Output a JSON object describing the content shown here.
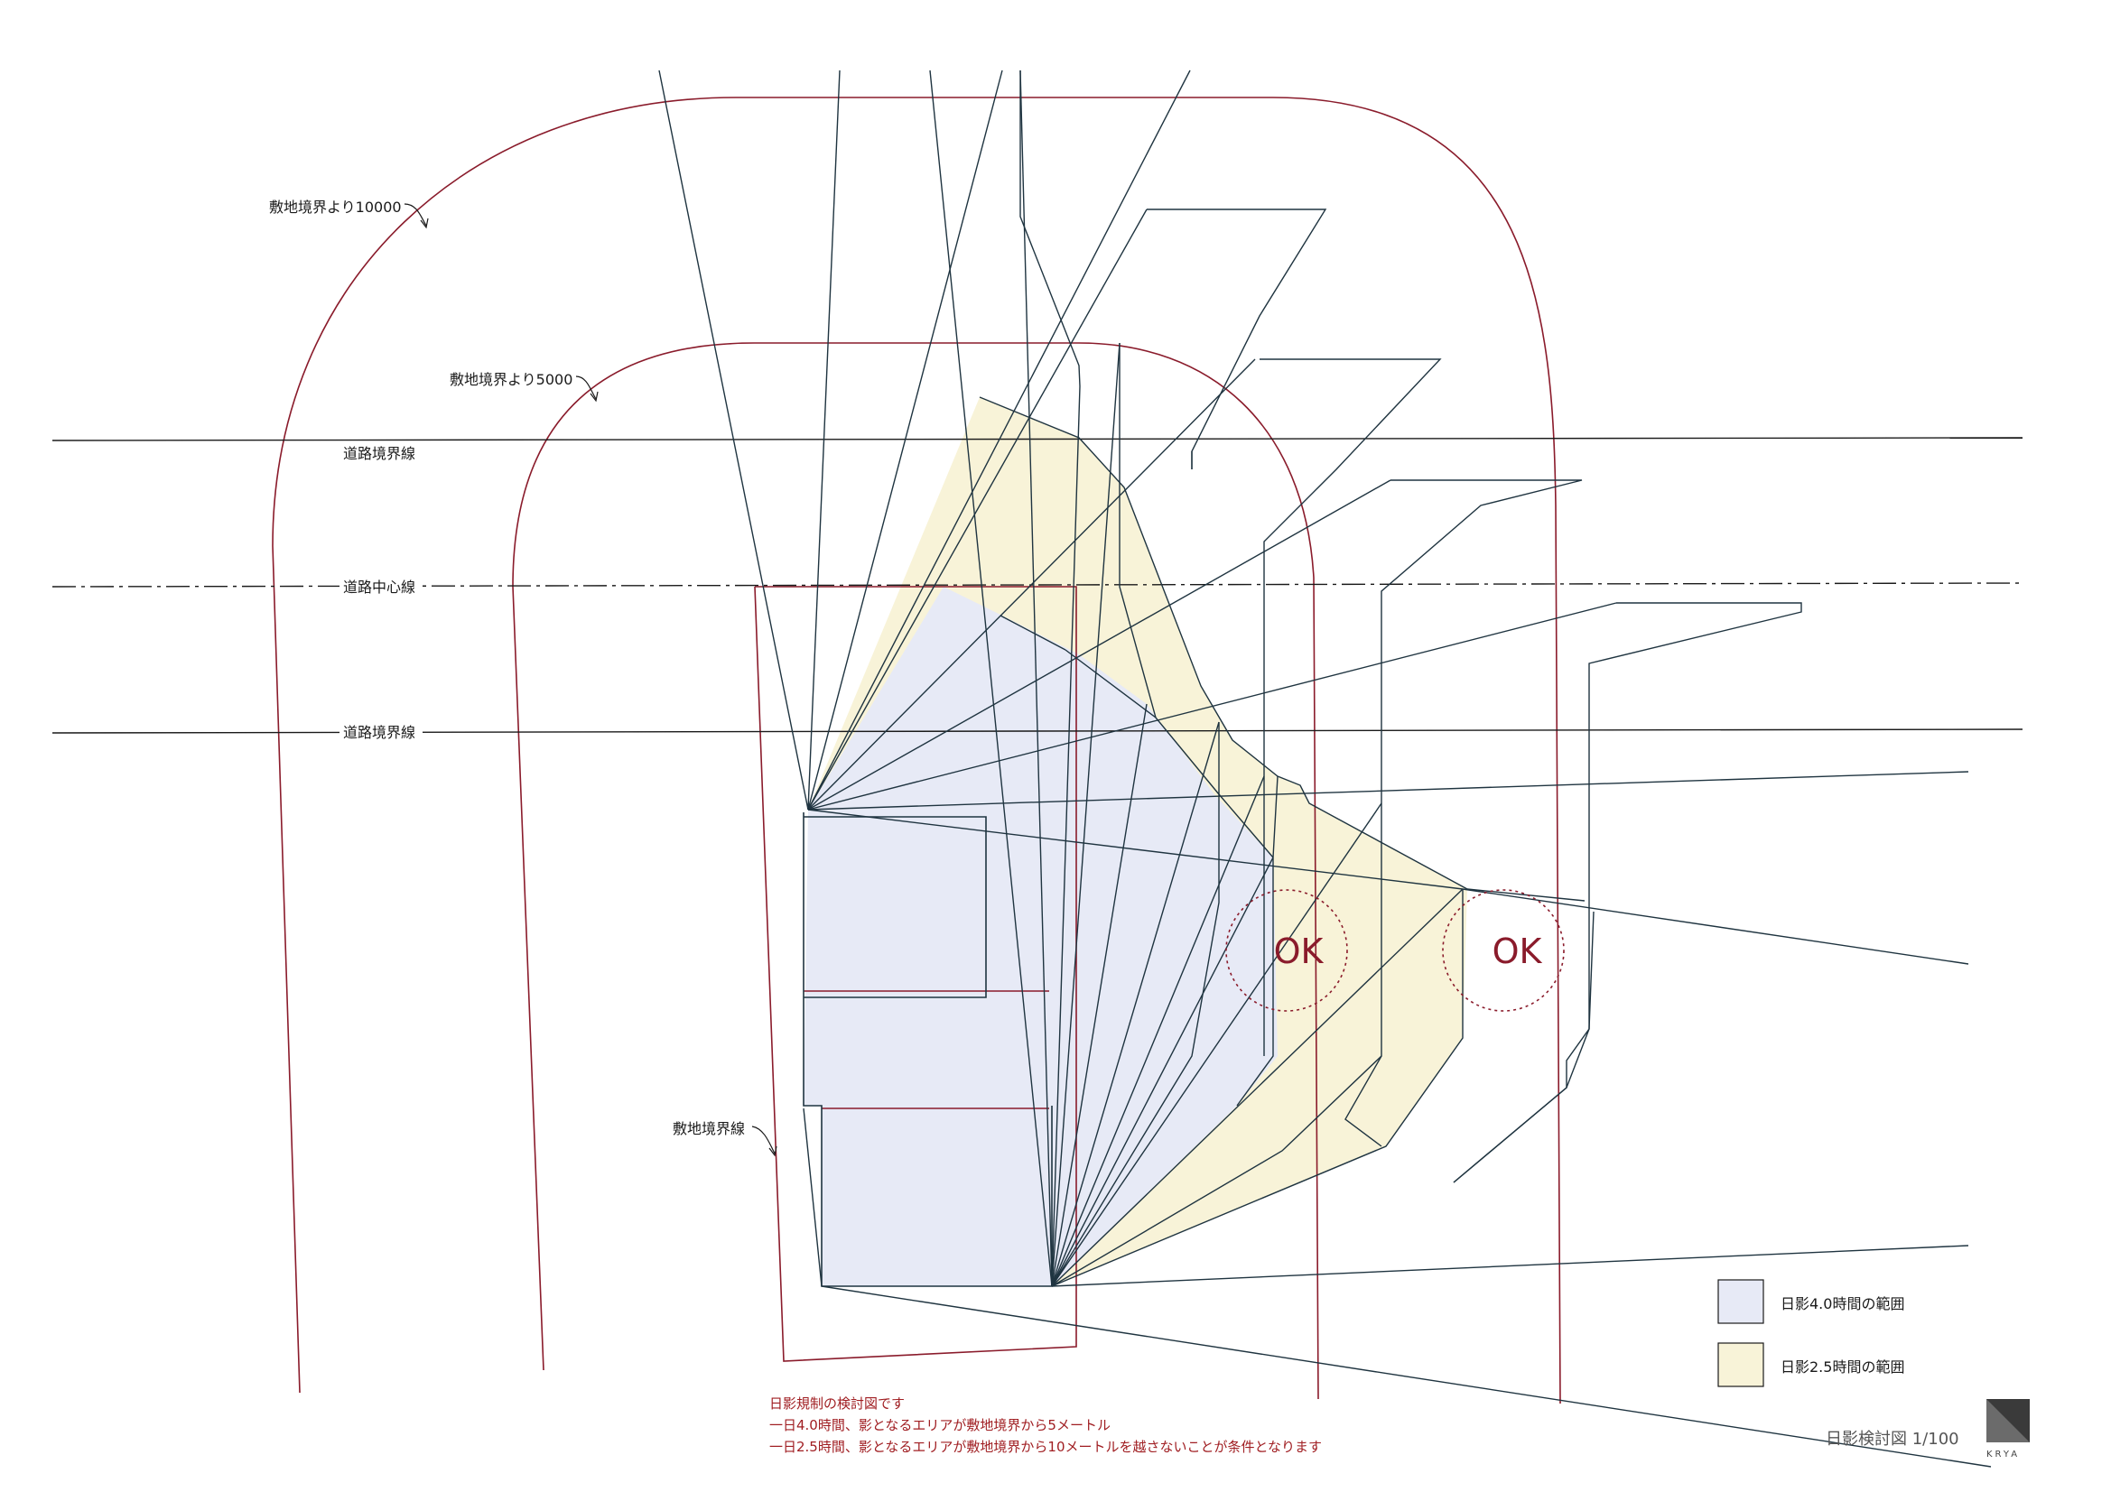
{
  "labels": {
    "boundary_10000": "敷地境界より10000",
    "boundary_5000": "敷地境界より5000",
    "road_boundary_top": "道路境界線",
    "road_center": "道路中心線",
    "road_boundary_bottom": "道路境界線",
    "site_boundary": "敷地境界線",
    "ok_left": "OK",
    "ok_right": "OK"
  },
  "legend": {
    "items": [
      {
        "label": "日影4.0時間の範囲",
        "color": "#e7eaf6"
      },
      {
        "label": "日影2.5時間の範囲",
        "color": "#f8f3d8"
      }
    ]
  },
  "notes": {
    "line1": "日影規制の検討図です",
    "line2": "一日4.0時間、影となるエリアが敷地境界から5メートル",
    "line3": "一日2.5時間、影となるエリアが敷地境界から10メートルを越さないことが条件となります"
  },
  "drawing_title": "日影検討図 1/100",
  "logo": {
    "text": "KRYA"
  },
  "colors": {
    "boundary_line": "#8a1b2b",
    "shadow_line": "#1f3440",
    "shade_4h": "#e7eaf6",
    "shade_2_5h": "#f8f3d8",
    "note_text": "#a01e22"
  }
}
